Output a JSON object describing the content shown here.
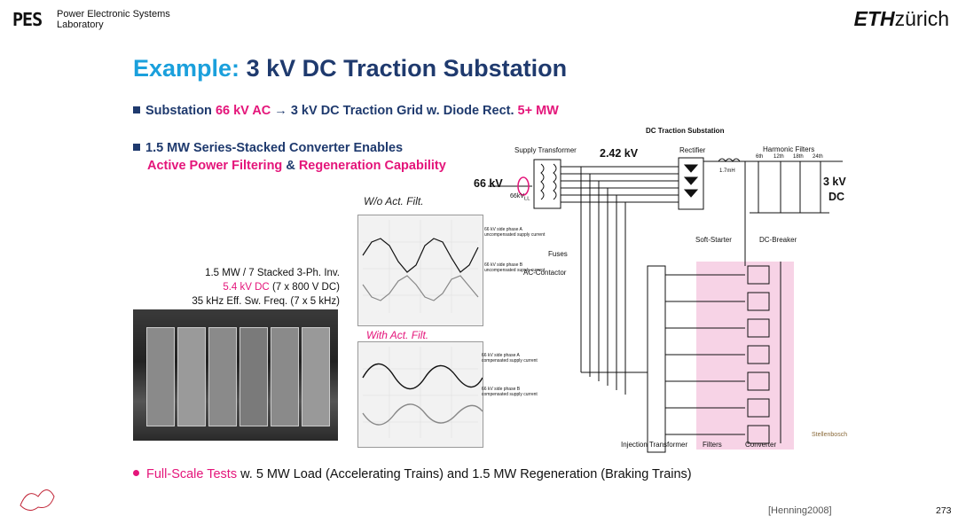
{
  "header": {
    "logo": "PES",
    "lab_line1": "Power Electronic Systems",
    "lab_line2": "Laboratory",
    "eth_bold": "ETH",
    "eth_rest": "zürich"
  },
  "title": {
    "accent": "Example:",
    "rest": "3 kV DC Traction Substation"
  },
  "bullets": [
    {
      "t1": "Substation ",
      "p1": "66 kV AC",
      "t2": " → 3 kV DC Traction Grid",
      "t3": " w. Diode Rect. ",
      "p2": "5+ MW"
    },
    {
      "line1": "1.5 MW Series-Stacked Converter Enables",
      "p1": "Active Power Filtering",
      "amp": " & ",
      "p2": "Regeneration Capability"
    }
  ],
  "specs": {
    "line1": "1.5 MW / 7 Stacked 3-Ph. Inv.",
    "line2_pink": "5.4 kV DC",
    "line2_rest": " (7 x 800 V DC)",
    "line3": "35 kHz Eff. Sw. Freq. (7 x 5 kHz)"
  },
  "scopes": {
    "without": "W/o Act. Filt.",
    "with": "With Act. Filt.",
    "labelA_wo": "66 kV side phase A uncompensated supply current",
    "labelB_wo": "66 kV side phase B uncompensated supply current",
    "labelA_w": "66 kV side phase A compensated supply current",
    "labelB_w": "66 kV side phase B compensated supply current"
  },
  "diagram": {
    "title": "DC Traction Substation",
    "supply_transformer": "Supply Transformer",
    "v242": "2.42 kV",
    "rectifier": "Rectifier",
    "harmonic_filters": "Harmonic Filters",
    "h6": "6th",
    "h12": "12th",
    "h18": "18th",
    "h24": "24th",
    "inductor": "1.7mH",
    "v66": "66 kV",
    "v66ll": "66kV",
    "v66ll_sub": "LL",
    "v3": "3 kV",
    "dc": "DC",
    "soft_starter": "Soft-Starter",
    "dc_breaker": "DC-Breaker",
    "fuses": "Fuses",
    "ac_contactor": "AC-Contactor",
    "injection_transformer": "Injection Transformer",
    "filters": "Filters",
    "converter": "Converter",
    "stellenbosch": "Stellenbosch"
  },
  "final": {
    "pink": "Full-Scale Tests",
    "rest": " w. 5 MW Load (Accelerating Trains) and 1.5 MW Regeneration (Braking Trains)"
  },
  "reference": "[Henning2008]",
  "page": "273",
  "colors": {
    "accent_blue": "#1ba0dc",
    "navy": "#1f3a6e",
    "pink": "#e4157a",
    "pink_box": "#f7d3e6"
  }
}
